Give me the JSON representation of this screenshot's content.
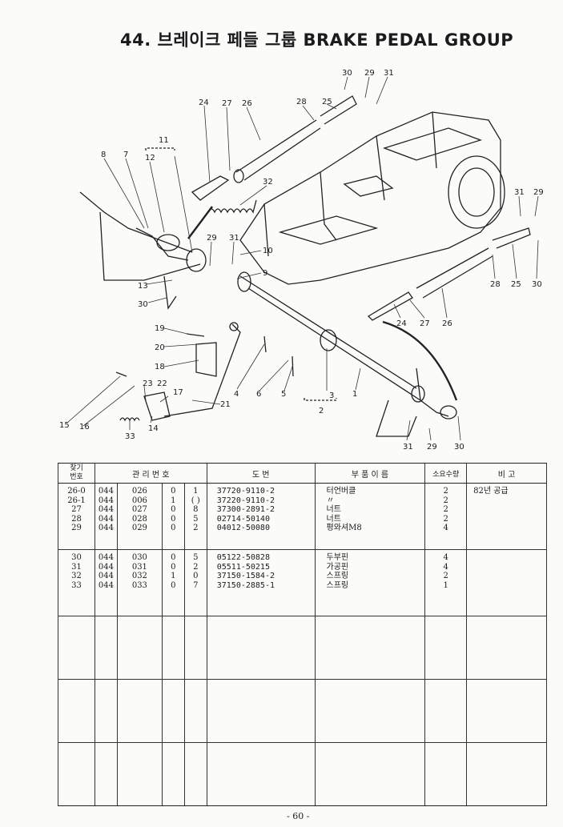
{
  "title": "44. 브레이크 페들 그룹 BRAKE PEDAL GROUP",
  "callouts": {
    "n30a": "30",
    "n29a": "29",
    "n31a": "31",
    "n24a": "24",
    "n27a": "27",
    "n26a": "26",
    "n28a": "28",
    "n25a": "25",
    "n11": "11",
    "n8": "8",
    "n7": "7",
    "n12": "12",
    "n32": "32",
    "n29b": "29",
    "n31b": "31",
    "n10": "10",
    "n9": "9",
    "n13": "13",
    "n30b": "30",
    "n31c": "31",
    "n29c": "29",
    "n28b": "28",
    "n25b": "25",
    "n30c": "30",
    "n24b": "24",
    "n27b": "27",
    "n26b": "26",
    "n19": "19",
    "n20": "20",
    "n18": "18",
    "n4": "4",
    "n6": "6",
    "n5": "5",
    "n3": "3",
    "n2": "2",
    "n1": "1",
    "n23": "23",
    "n22": "22",
    "n17": "17",
    "n21": "21",
    "n15": "15",
    "n16": "16",
    "n33": "33",
    "n14": "14",
    "n31d": "31",
    "n29d": "29",
    "n30d": "30"
  },
  "table": {
    "headers": {
      "item_no": "찾기\n번호",
      "mgmt_no": "관 리 번 호",
      "drawing_no": "도 번",
      "part_name": "부 품 이 름",
      "qty": "소요수량",
      "remarks": "비 고"
    },
    "group1": {
      "nos": "26-0\n26-1\n27\n28\n29",
      "m1": "044\n044\n044\n044\n044",
      "m2": "026\n006\n027\n028\n029",
      "m3": "0\n1\n0\n0\n0",
      "m4": "1\n( )\n8\n5\n2",
      "pns": "37720-9110-2\n37220-9110-2\n37300-2891-2\n02714-50140\n04012-50080",
      "names": "터언버클\n〃\n너트\n너트\n평와셔M8",
      "qtys": "2\n2\n2\n2\n4",
      "remark": "82년 공급"
    },
    "group2": {
      "nos": "30\n31\n32\n33",
      "m1": "044\n044\n044\n044",
      "m2": "030\n031\n032\n033",
      "m3": "0\n0\n1\n0",
      "m4": "5\n2\n0\n7",
      "pns": "05122-50828\n05511-50215\n37150-1584-2\n37150-2885-1",
      "names": "두부핀\n가공핀\n스프링\n스프링",
      "qtys": "4\n4\n2\n1",
      "remark": ""
    }
  },
  "page_number": "- 60 -"
}
